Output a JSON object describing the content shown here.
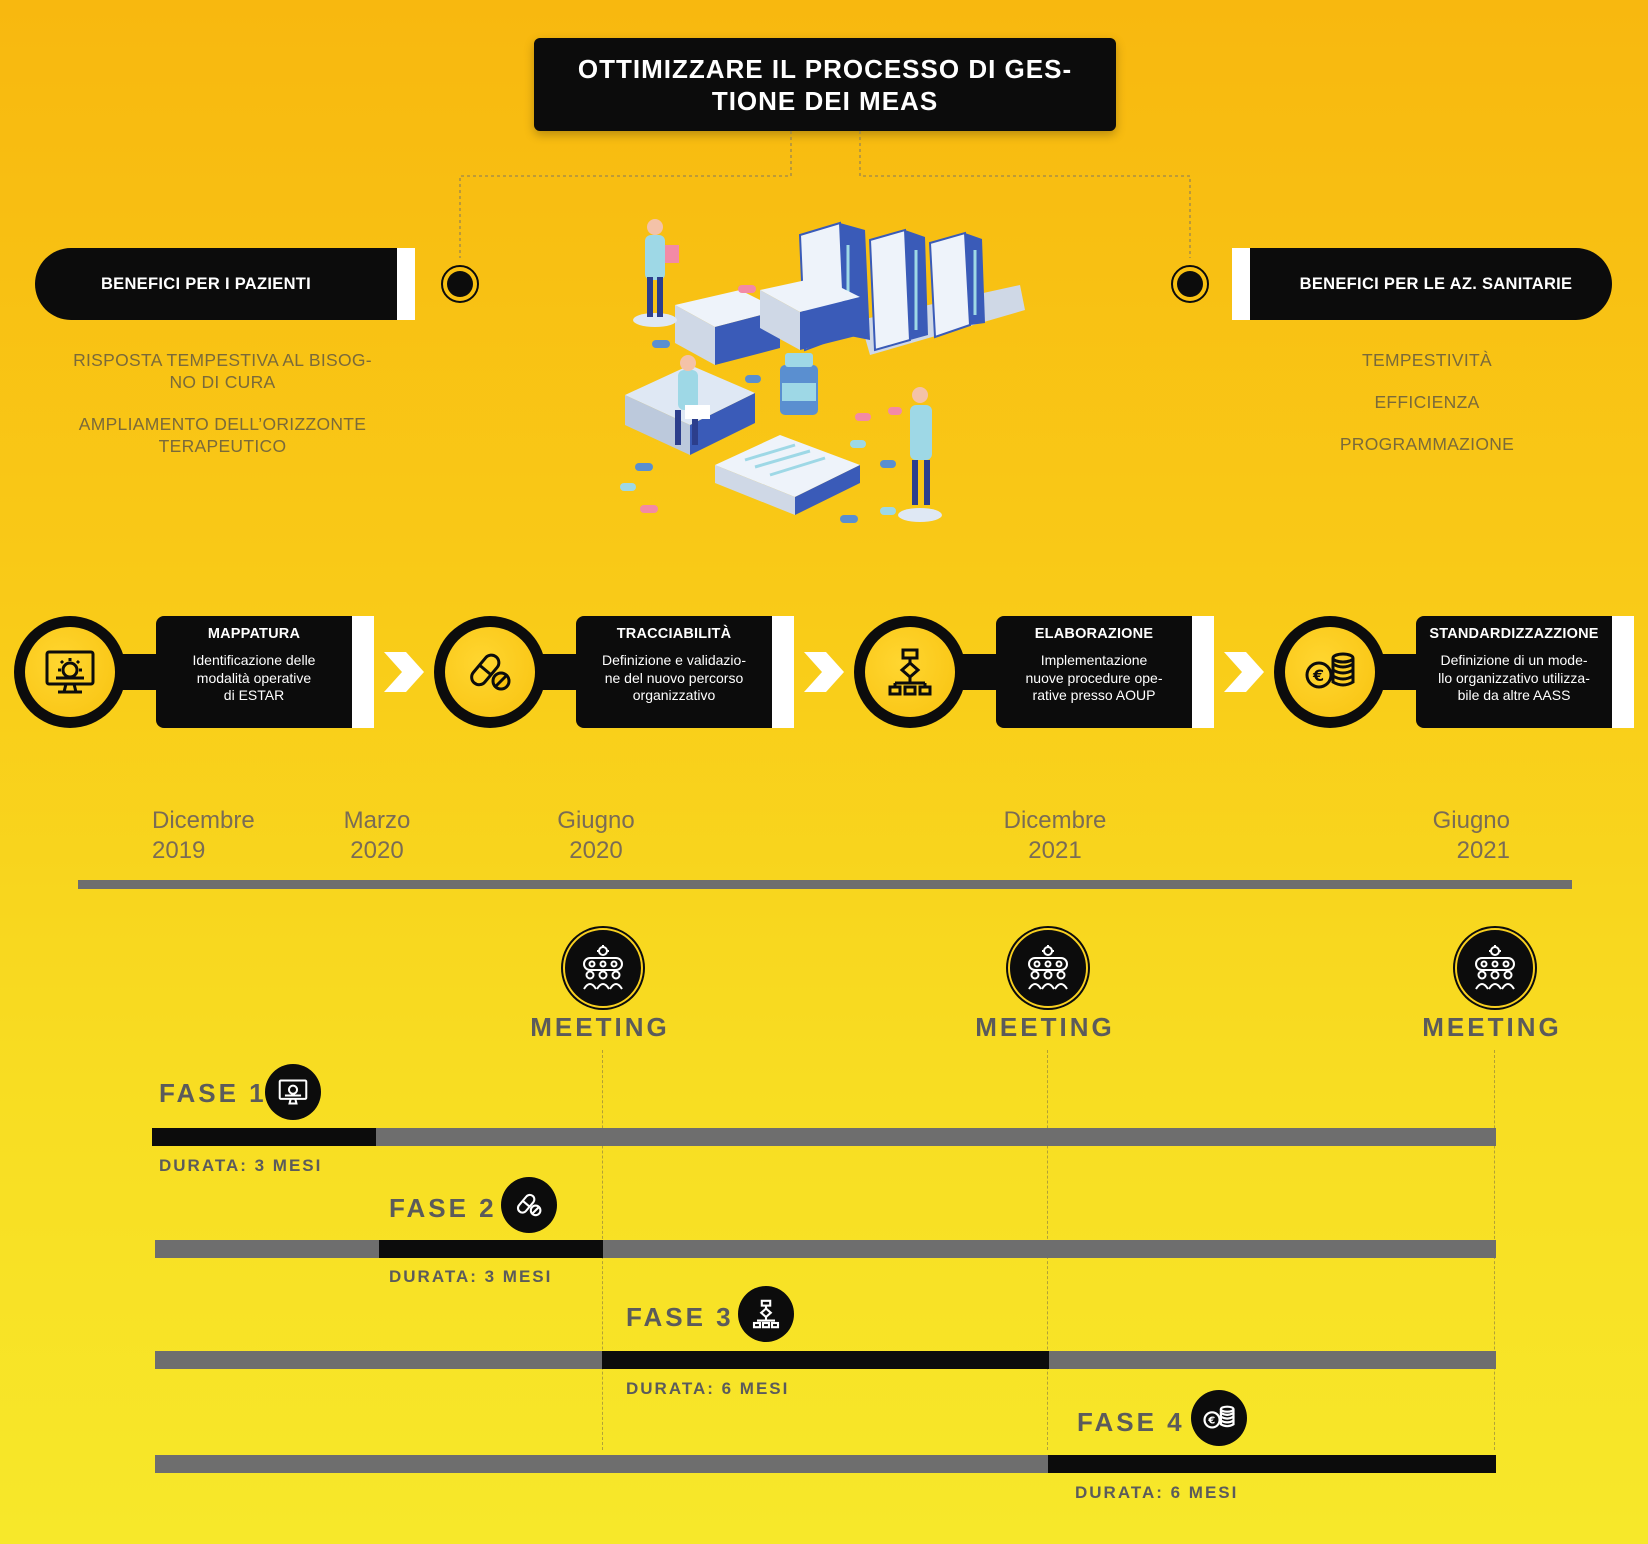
{
  "title": "OTTIMIZZARE IL PROCESSO DI GES-TIONE DEI MEAS",
  "title_line1": "OTTIMIZZARE IL PROCESSO DI GES-",
  "title_line2": "TIONE DEI MEAS",
  "left": {
    "heading": "BENEFICI PER I PAZIENTI",
    "items": [
      "RISPOSTA TEMPESTIVA AL BISOG-",
      "NO DI CURA",
      "AMPLIAMENTO DELL’ORIZZONTE",
      "TERAPEUTICO"
    ]
  },
  "right": {
    "heading": "BENEFICI PER LE AZ. SANITARIE",
    "items": [
      "TEMPESTIVITÀ",
      "EFFICIENZA",
      "PROGRAMMAZIONE"
    ]
  },
  "steps": [
    {
      "title": "MAPPATURA",
      "l1": "Identificazione delle",
      "l2": "modalità operative",
      "l3": "di ESTAR",
      "icon": "monitor-gear-icon"
    },
    {
      "title": "TRACCIABILITÀ",
      "l1": "Definizione e validazio-",
      "l2": "ne del nuovo percorso",
      "l3": "organizzativo",
      "icon": "pills-icon"
    },
    {
      "title": "ELABORAZIONE",
      "l1": "Implementazione",
      "l2": "nuove procedure ope-",
      "l3": "rative presso AOUP",
      "icon": "flowchart-icon"
    },
    {
      "title": "STANDARDIZZAZZIONE",
      "l1": "Definizione di un mode-",
      "l2": "llo organizzativo utilizza-",
      "l3": "bile da altre AASS",
      "icon": "euro-coins-icon"
    }
  ],
  "timeline": {
    "dates": [
      {
        "m": "Dicembre",
        "y": "2019"
      },
      {
        "m": "Marzo",
        "y": "2020"
      },
      {
        "m": "Giugno",
        "y": "2020"
      },
      {
        "m": "Dicembre",
        "y": "2021"
      },
      {
        "m": "Giugno",
        "y": "2021"
      }
    ],
    "meeting_label": "MEETING",
    "meetings": [
      "MEETING",
      "MEETING",
      "MEETING"
    ]
  },
  "phases": [
    {
      "label": "FASE 1",
      "duration": "DURATA: 3 MESI",
      "months": 3,
      "icon": "monitor-gear-icon"
    },
    {
      "label": "FASE 2",
      "duration": "DURATA: 3 MESI",
      "months": 3,
      "icon": "pills-icon"
    },
    {
      "label": "FASE 3",
      "duration": "DURATA: 6 MESI",
      "months": 6,
      "icon": "flowchart-icon"
    },
    {
      "label": "FASE 4",
      "duration": "DURATA: 6 MESI",
      "months": 6,
      "icon": "euro-coins-icon"
    }
  ],
  "colors": {
    "dark": "#0c0c0c",
    "yellow": "#F8C20F",
    "bar": "#6e6e6e",
    "text_muted": "#7a6a3a"
  }
}
